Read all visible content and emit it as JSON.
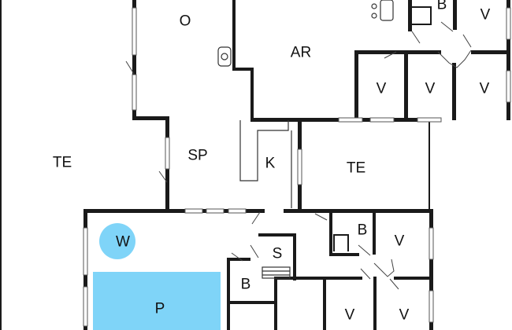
{
  "colors": {
    "wall": "#1a1a1a",
    "pool": "#7fd4f8",
    "whirlpool": "#7fd4f8",
    "background": "#ffffff"
  },
  "rooms": {
    "o": "O",
    "ar": "AR",
    "b_top": "B",
    "v_top_right": "V",
    "v_mid_1": "V",
    "v_mid_2": "V",
    "v_mid_3": "V",
    "te_left": "TE",
    "sp": "SP",
    "k": "K",
    "te_right": "TE",
    "w": "W",
    "s": "S",
    "b_mid": "B",
    "v_low_right": "V",
    "b_low": "B",
    "p": "P",
    "v_bottom_1": "V",
    "v_bottom_2": "V"
  }
}
